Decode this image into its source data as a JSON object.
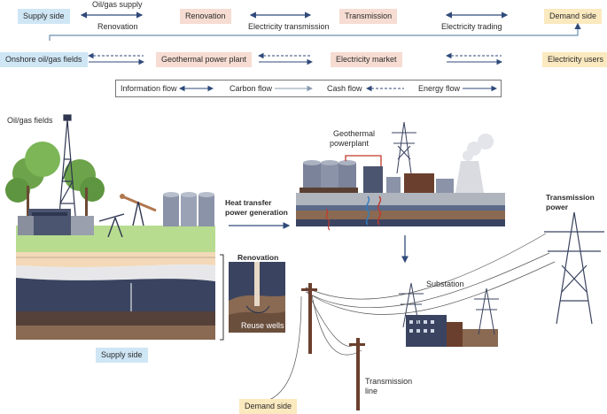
{
  "top_flow": {
    "supply_side": "Supply side",
    "oilgas_supply": "Oil/gas supply",
    "renovation_text": "Renovation",
    "renovation_box": "Renovation",
    "electricity_transmission": "Electricity transmission",
    "transmission_box": "Transmission",
    "electricity_trading": "Electricity trading",
    "demand_side": "Demand side",
    "onshore_fields": "Onshore oil/gas fields",
    "geothermal_plant": "Geothermal power plant",
    "electricity_market": "Electricity market",
    "electricity_users": "Electricity users"
  },
  "legend": {
    "information_flow": "Information flow",
    "carbon_flow": "Carbon flow",
    "cash_flow": "Cash flow",
    "energy_flow": "Energy flow"
  },
  "illustration": {
    "oilgas_fields": "Oil/gas fields",
    "geothermal_powerplant_line1": "Geothermal",
    "geothermal_powerplant_line2": "powerplant",
    "heat_transfer_line1": "Heat transfer",
    "heat_transfer_line2": "power generation",
    "renovation": "Renovation",
    "reuse_wells": "Reuse wells",
    "supply_side": "Supply side",
    "substation": "Substation",
    "transmission_power_line1": "Transmission",
    "transmission_power_line2": "power",
    "transmission_line_line1": "Transmission",
    "transmission_line_line2": "line",
    "demand_side": "Demand side"
  },
  "colors": {
    "supply_blue": "#cfe6f5",
    "process_pink": "#f6dcd2",
    "demand_yellow": "#fbe9bf",
    "arrow_navy": "#2f4a7a",
    "ground_green": "#b7dc8f",
    "rock_navy": "#3a4460",
    "rock_brown": "#8a6a52"
  }
}
